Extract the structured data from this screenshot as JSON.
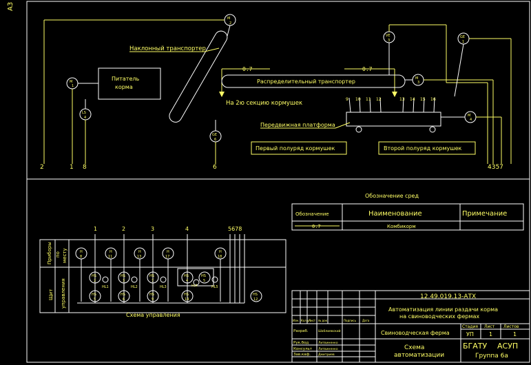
{
  "sheet_format": "A3",
  "process": {
    "incline_conveyor": "Наклонный транспортер",
    "feeder": [
      "Питатель",
      "корма"
    ],
    "distribution_conveyor": "Распределительный транспортер",
    "second_section": "На 2ю секцию кормушек",
    "mobile_platform": "Передвижная платформа",
    "first_half_row": "Первый полуряд кормушек",
    "second_half_row": "Второй полуряд кормушек",
    "flow_code_left": "0.7",
    "flow_code_right": "0.7",
    "device_m2": [
      "M",
      "2"
    ],
    "device_m1": [
      "M",
      "1"
    ],
    "device_ls4": [
      "LS",
      "4"
    ],
    "device_ge6": [
      "GE",
      "6"
    ],
    "device_ve3": [
      "VE",
      "3"
    ],
    "device_ge1": [
      "GE",
      "1"
    ],
    "device_m3": [
      "M",
      "3"
    ],
    "device_m4": [
      "M",
      "4"
    ],
    "platform_sensors": [
      "9",
      "10",
      "11",
      "12",
      "13",
      "14",
      "15",
      "16"
    ],
    "line_numbers_left": [
      "2",
      "1",
      "8"
    ],
    "line_number_mid": "6",
    "line_numbers_right": "4357"
  },
  "legend": {
    "title": "Обозначение сред",
    "header_code": "Обозначение",
    "header_name": "Наименование",
    "header_note": "Примечание",
    "row_code": "0.7",
    "row_name": "Комбикорм"
  },
  "control": {
    "row_label_devices": [
      "Приборы",
      "по",
      "месту"
    ],
    "row_label_panel": [
      "Щит",
      "управления"
    ],
    "scheme_caption": "Схема управления",
    "column_numbers": [
      "1",
      "2",
      "3",
      "4"
    ],
    "column_numbers_right": "5678",
    "field_devices": [
      [
        "H",
        "8"
      ],
      [
        "H",
        "11"
      ],
      [
        "H",
        "13"
      ],
      [
        "H",
        "17"
      ],
      [
        "H",
        "18"
      ]
    ],
    "panel_row1": [
      [
        "HS",
        "2"
      ],
      [
        "HS",
        "3"
      ],
      [
        "HS",
        "7"
      ],
      [
        "HS",
        "4"
      ],
      [
        "HS",
        "5"
      ]
    ],
    "panel_row2": [
      [
        "HS",
        "5"
      ],
      [
        "HS",
        "6"
      ],
      [
        "HS",
        "9"
      ],
      [
        "HS",
        "14"
      ],
      [
        "HS",
        "12"
      ]
    ],
    "lamps": [
      "HL1",
      "HL2",
      "HL3",
      "HL4",
      "HL5"
    ]
  },
  "title_block": {
    "doc_code": "12.49.019.13-АТХ",
    "title_line1": "Автоматизация линии раздачи корма",
    "title_line2": "на свиноводческих фермах",
    "org_subject": "Свиноводческая ферма",
    "sheet_title_1": "Схема",
    "sheet_title_2": "автоматизации",
    "stage_header": "Стадия",
    "sheet_header": "Лист",
    "sheets_header": "Листов",
    "stage": "УП",
    "sheet": "1",
    "sheets": "1",
    "org_1": "БГАТУ",
    "org_2": "АСУП",
    "group": "Группа 6а",
    "col_headers": [
      "Изм.",
      "Кол.уч",
      "Лист",
      "№ док.",
      "Подпись",
      "Дата"
    ],
    "roles": [
      "Разраб.",
      "Рук.бод",
      "Консульт",
      "Зав.каф."
    ],
    "names": [
      "Шаблиевский",
      "Литвиненко",
      "Литвиненко",
      "Дмитриев"
    ]
  }
}
